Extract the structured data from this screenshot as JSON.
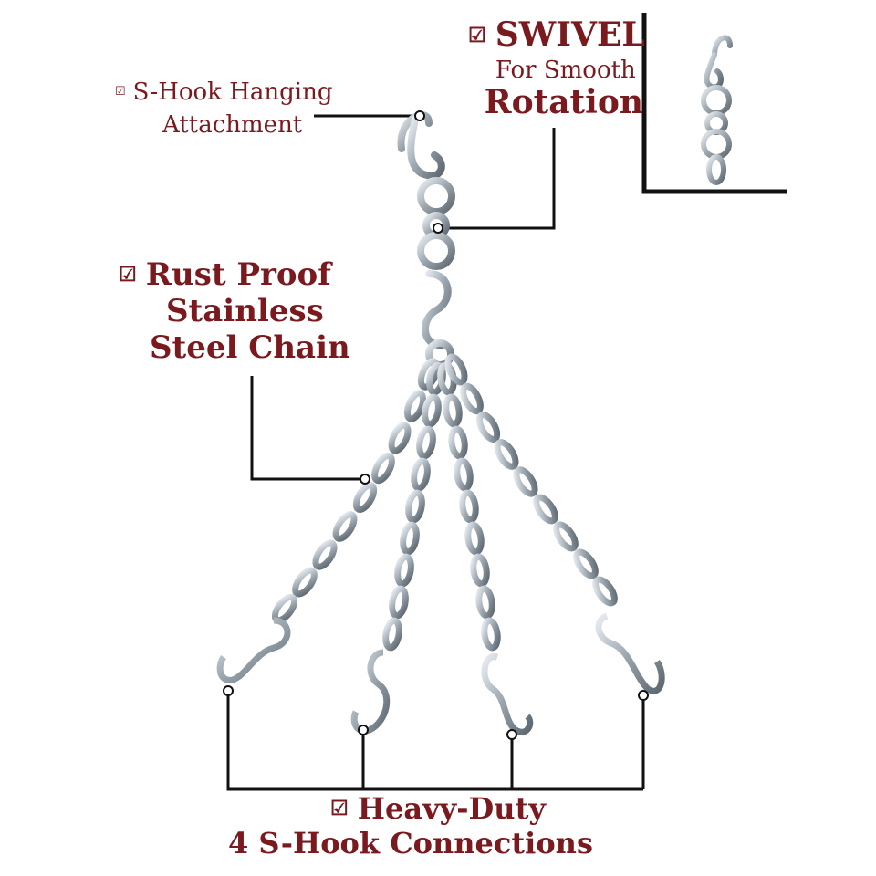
{
  "labels": {
    "shook": {
      "line1": "S-Hook Hanging",
      "line2": "Attachment"
    },
    "swivel": {
      "title": "SWIVEL",
      "line2": "For Smooth",
      "line3": "Rotation"
    },
    "rust": {
      "line1": "Rust Proof",
      "line2": "Stainless",
      "line3": "Steel Chain"
    },
    "heavy": {
      "line1": "Heavy-Duty",
      "line2": "4 S-Hook Connections"
    }
  },
  "icons": {
    "check": "checkbox-check-icon"
  },
  "colors": {
    "label_text": "#7a1a1f",
    "callout_line": "#111111",
    "chain_metal": "#9aa4ad",
    "chain_highlight": "#e8edf2"
  }
}
